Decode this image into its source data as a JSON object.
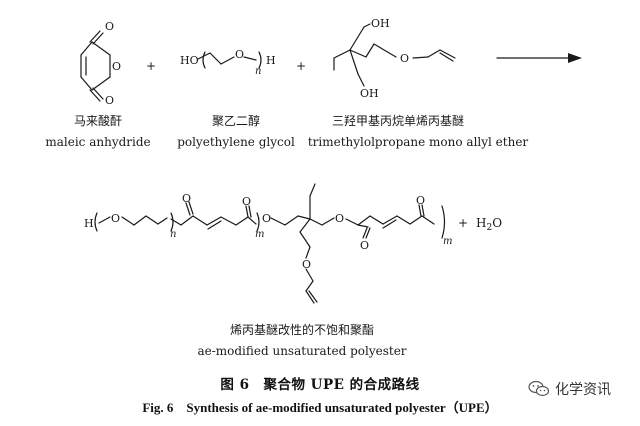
{
  "reactants": {
    "maleic_anhydride": {
      "name_cn": "马来酸酐",
      "name_en": "maleic anhydride",
      "atoms": [
        "O",
        "O",
        "O"
      ]
    },
    "plus_1": "+",
    "peg": {
      "name_cn": "聚乙二醇",
      "name_en": "polyethylene glycol",
      "left": "HO",
      "o": "O",
      "n": "n",
      "right": "H"
    },
    "plus_2": "+",
    "tmpme": {
      "name_cn": "三羟甲基丙烷单烯丙基醚",
      "name_en": "trimethylolpropane mono allyl ether",
      "oh_top": "OH",
      "oh_bottom": "OH",
      "o": "O"
    }
  },
  "product": {
    "name_cn": "烯丙基醚改性的不饱和聚酯",
    "name_en": "ae-modified unsaturated polyester",
    "h": "H",
    "o_labels": [
      "O",
      "O",
      "O",
      "O",
      "O",
      "O",
      "O"
    ],
    "n": "n",
    "m1": "m",
    "m2": "m",
    "plus": "+",
    "water": "H",
    "water_sub": "2",
    "water_o": "O"
  },
  "caption": {
    "cn": "图 6　聚合物 UPE 的合成路线",
    "en": "Fig. 6　Synthesis of ae-modified unsaturated polyester（UPE）"
  },
  "watermark": {
    "text": "化学资讯",
    "icon": "wechat-icon"
  }
}
